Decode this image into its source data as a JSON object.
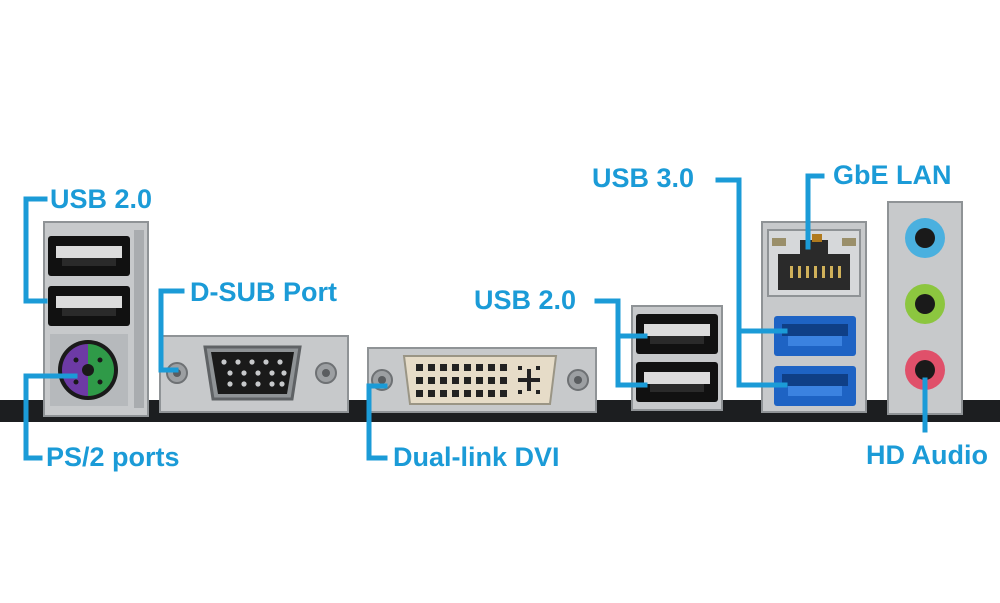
{
  "colors": {
    "callout": "#1b9bd7",
    "board": "#1c1e20",
    "metal": "#c7c9cb",
    "metal_dark": "#8f9396",
    "usb2_port": "#111111",
    "usb3_port": "#1e63c4",
    "ps2_mouse": "#6d3aa5",
    "ps2_keyboard": "#2f9a48",
    "audio_line_in": "#4ab0df",
    "audio_line_out": "#8cc63f",
    "audio_mic": "#e0506a",
    "dvi_pins": "#e6dcc8"
  },
  "labels": {
    "usb20_left": "USB 2.0",
    "dsub": "D-SUB Port",
    "ps2": "PS/2 ports",
    "usb20_mid": "USB 2.0",
    "dvi": "Dual-link DVI",
    "usb30": "USB 3.0",
    "gbe_lan": "GbE LAN",
    "hd_audio": "HD Audio"
  }
}
